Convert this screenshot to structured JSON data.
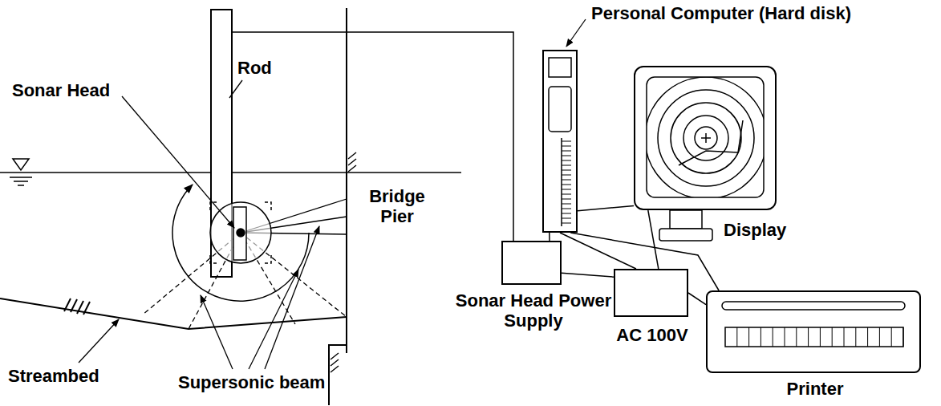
{
  "diagram": {
    "nodes": [
      {
        "text": [
          "Personal Computer (Hard disk)"
        ]
      },
      {
        "text": [
          "Display"
        ]
      },
      {
        "text": [
          "Sonar Head Power Supply"
        ]
      },
      {
        "text": [
          "AC 100V"
        ]
      },
      {
        "text": [
          "Printer"
        ]
      }
    ],
    "edges": [
      {
        "from": 0,
        "to": 1,
        "arrow": "none"
      },
      {
        "from": 0,
        "to": 2,
        "arrow": "none"
      },
      {
        "from": 0,
        "to": 3,
        "arrow": "none"
      },
      {
        "from": 0,
        "to": 4,
        "arrow": "none"
      },
      {
        "from": 2,
        "to": 3,
        "arrow": "none"
      },
      {
        "from": 1,
        "to": 3,
        "arrow": "none"
      },
      {
        "from": 3,
        "to": 4,
        "arrow": "none"
      }
    ],
    "labels": [
      "Sonar Head",
      "Rod",
      "Bridge Pier",
      "Streambed",
      "Supersonic beam"
    ]
  }
}
